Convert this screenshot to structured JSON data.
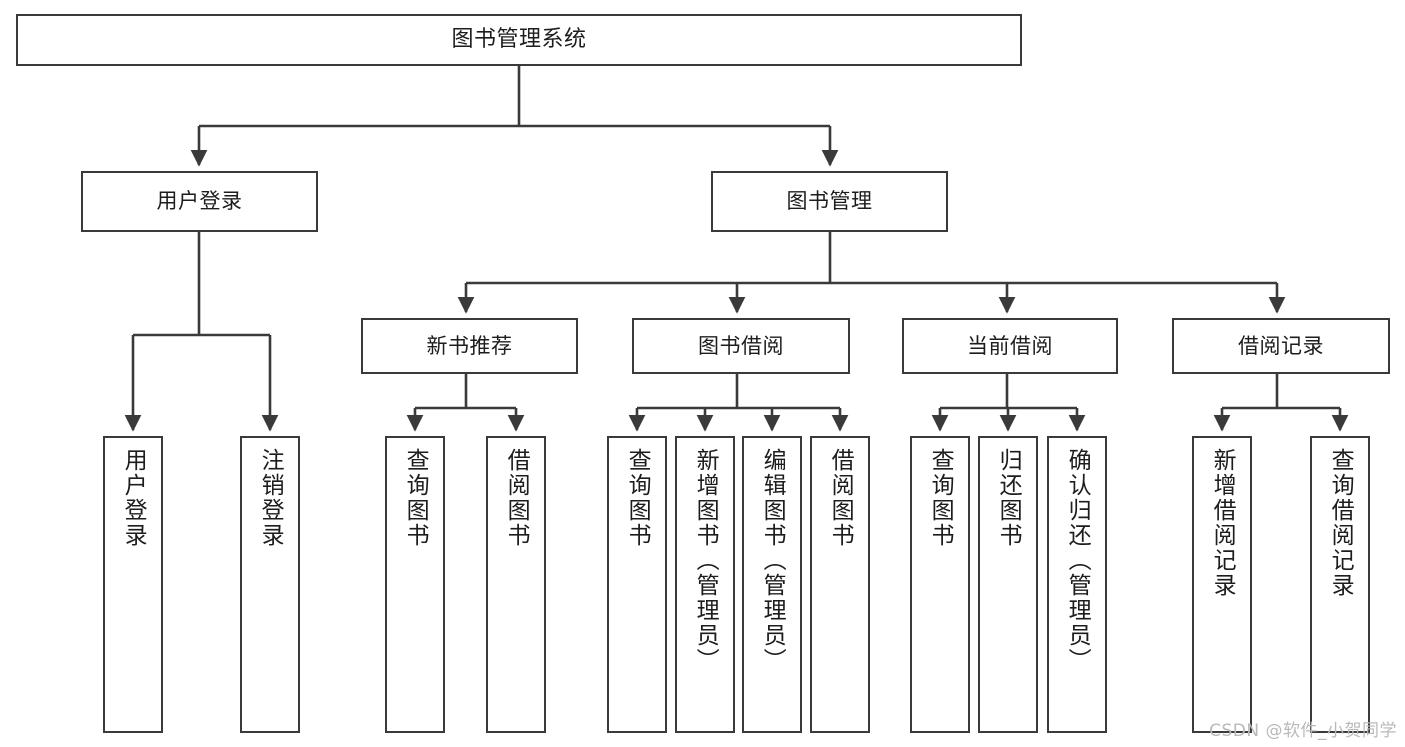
{
  "diagram": {
    "title": "图书管理系统",
    "type": "hierarchy-tree",
    "watermark": "CSDN @软件_小贺同学",
    "colors": {
      "stroke": "#3a3a3a",
      "box_fill": "#ffffff",
      "text": "#1d1d1d",
      "background": "#ffffff",
      "watermark": "#b9b9b9"
    },
    "nodes": {
      "root": {
        "label": "图书管理系统"
      },
      "level2": [
        {
          "label": "用户登录"
        },
        {
          "label": "图书管理"
        }
      ],
      "level3": [
        {
          "label": "新书推荐"
        },
        {
          "label": "图书借阅"
        },
        {
          "label": "当前借阅"
        },
        {
          "label": "借阅记录"
        }
      ],
      "leaves": {
        "user_login": [
          {
            "label": "用户登录"
          },
          {
            "label": "注销登录"
          }
        ],
        "new_book_recommend": [
          {
            "label": "查询图书"
          },
          {
            "label": "借阅图书"
          }
        ],
        "book_borrow": [
          {
            "label": "查询图书"
          },
          {
            "label": "新增图书（管理员）"
          },
          {
            "label": "编辑图书（管理员）"
          },
          {
            "label": "借阅图书"
          }
        ],
        "current_borrow": [
          {
            "label": "查询图书"
          },
          {
            "label": "归还图书"
          },
          {
            "label": "确认归还（管理员）"
          }
        ],
        "borrow_record": [
          {
            "label": "新增借阅记录"
          },
          {
            "label": "查询借阅记录"
          }
        ]
      }
    }
  }
}
